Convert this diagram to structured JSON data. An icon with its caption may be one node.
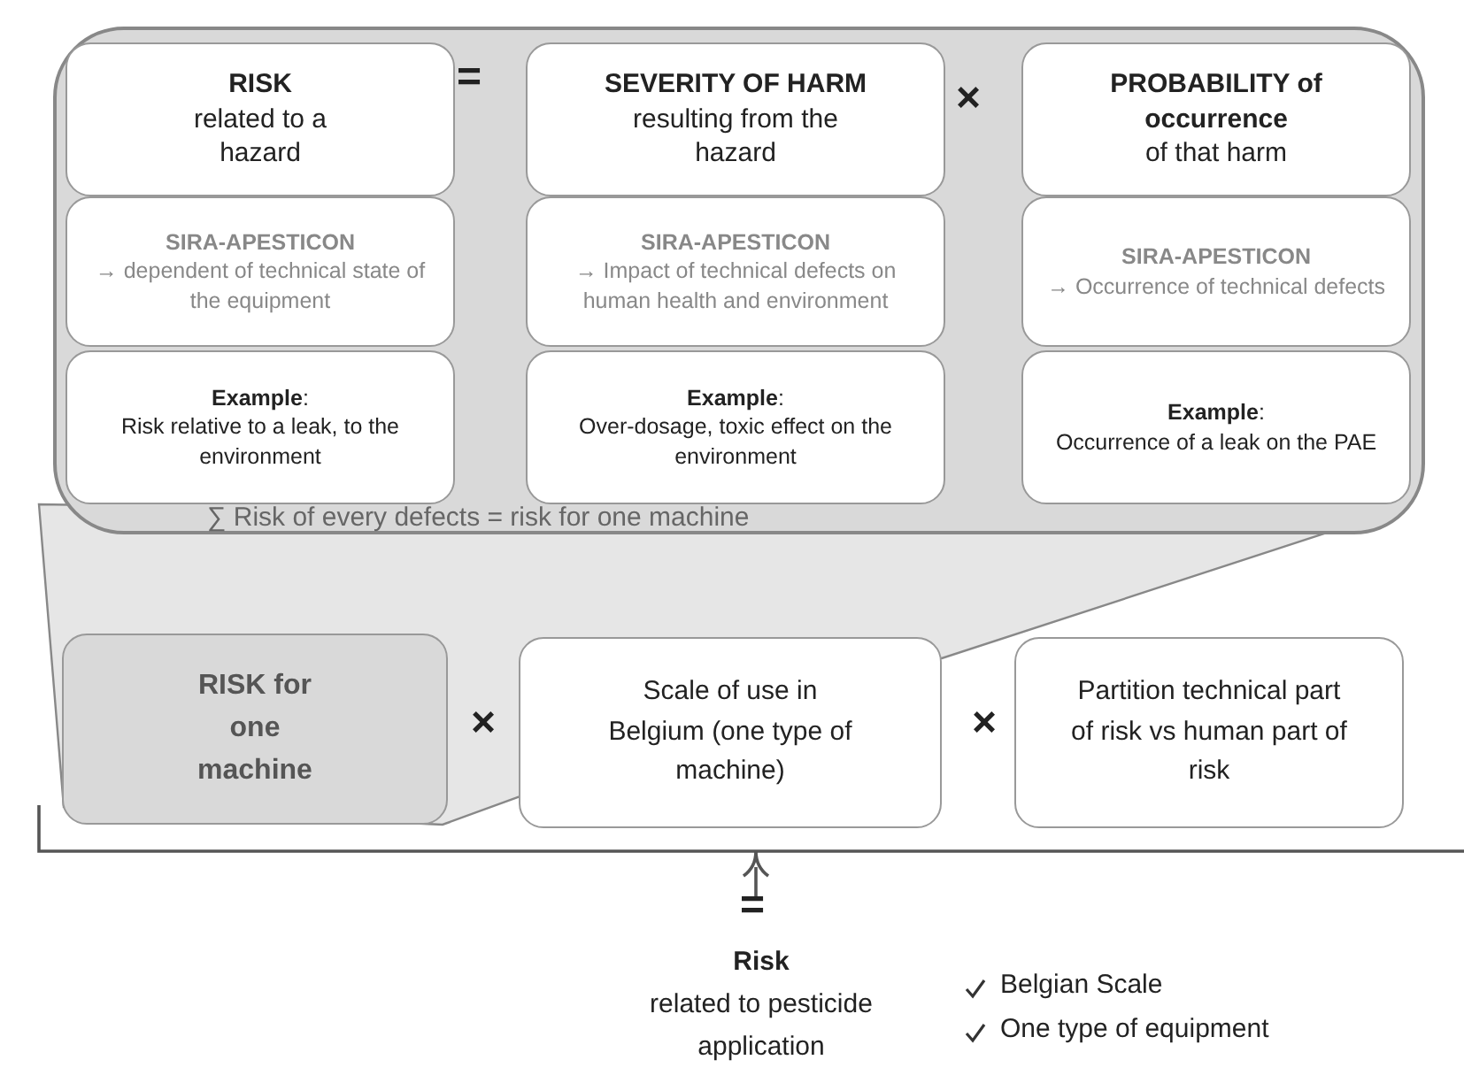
{
  "diagram": {
    "nodes": [
      {
        "text": [
          "∑ Risk of every defects = risk for one machine"
        ]
      },
      {
        "text": [
          "RISK",
          "related to a hazard"
        ],
        "in": 0
      },
      {
        "text": [
          "SEVERITY OF HARM",
          "resulting from the hazard"
        ],
        "in": 0
      },
      {
        "text": [
          "PROBABILITY of occurrence",
          "of that harm"
        ],
        "in": 0
      },
      {
        "text": [
          "SIRA-APESTICON",
          "→ dependent of technical state of the equipment"
        ],
        "in": 0
      },
      {
        "text": [
          "SIRA-APESTICON",
          "→ Impact of technical defects on human health and environment"
        ],
        "in": 0
      },
      {
        "text": [
          "SIRA-APESTICON",
          "→ Occurrence of technical defects"
        ],
        "in": 0
      },
      {
        "text": [
          "**Example**:",
          "Risk relative to a leak, to the environment"
        ],
        "in": 0
      },
      {
        "text": [
          "**Example**:",
          "Over-dosage, toxic effect on the environment"
        ],
        "in": 0
      },
      {
        "text": [
          "**Example**:",
          "Occurrence of a leak on the PAE"
        ],
        "in": 0
      },
      {
        "text": [
          "RISK for one machine"
        ]
      },
      {
        "text": [
          "Scale of use in Belgium (one type of machine)"
        ]
      },
      {
        "text": [
          "Partition technical part of risk vs human part of risk"
        ]
      },
      {
        "text": [
          "Risk",
          "related to pesticide application"
        ]
      }
    ],
    "edges": [
      {
        "from": 0,
        "to": 10,
        "arrow": "none"
      }
    ],
    "labels": [
      "=",
      "×",
      "×",
      "×",
      "=",
      "Belgian Scale",
      "One type of equipment"
    ]
  }
}
